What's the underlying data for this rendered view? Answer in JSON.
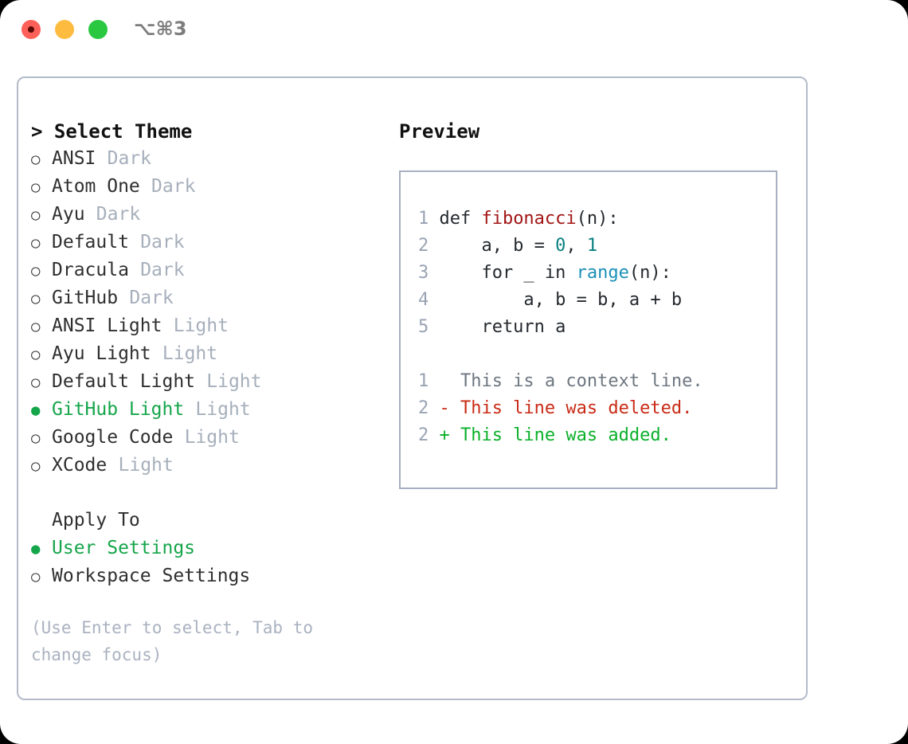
{
  "titlebar": {
    "shortcut": "⌥⌘3",
    "lights": [
      {
        "name": "close",
        "color": "#fc6058"
      },
      {
        "name": "minimize",
        "color": "#fdbc40"
      },
      {
        "name": "maximize",
        "color": "#2ac840"
      }
    ]
  },
  "theme_section": {
    "header": "> Select Theme",
    "options": [
      {
        "bullet": "○",
        "name": "ANSI",
        "tag": "Dark",
        "selected": false
      },
      {
        "bullet": "○",
        "name": "Atom One",
        "tag": "Dark",
        "selected": false
      },
      {
        "bullet": "○",
        "name": "Ayu",
        "tag": "Dark",
        "selected": false
      },
      {
        "bullet": "○",
        "name": "Default",
        "tag": "Dark",
        "selected": false
      },
      {
        "bullet": "○",
        "name": "Dracula",
        "tag": "Dark",
        "selected": false
      },
      {
        "bullet": "○",
        "name": "GitHub",
        "tag": "Dark",
        "selected": false
      },
      {
        "bullet": "○",
        "name": "ANSI Light",
        "tag": "Light",
        "selected": false
      },
      {
        "bullet": "○",
        "name": "Ayu Light",
        "tag": "Light",
        "selected": false
      },
      {
        "bullet": "○",
        "name": "Default Light",
        "tag": "Light",
        "selected": false
      },
      {
        "bullet": "●",
        "name": "GitHub Light",
        "tag": "Light",
        "selected": true
      },
      {
        "bullet": "○",
        "name": "Google Code",
        "tag": "Light",
        "selected": false
      },
      {
        "bullet": "○",
        "name": "XCode",
        "tag": "Light",
        "selected": false
      }
    ]
  },
  "apply_section": {
    "title": "Apply To",
    "options": [
      {
        "bullet": "●",
        "name": "User Settings",
        "selected": true
      },
      {
        "bullet": "○",
        "name": "Workspace Settings",
        "selected": false
      }
    ]
  },
  "hint": "(Use Enter to select, Tab to change focus)",
  "preview": {
    "title": "Preview",
    "code_lines": [
      {
        "no": "1",
        "parts": [
          {
            "t": "def ",
            "c": "tok-def"
          },
          {
            "t": "fibonacci",
            "c": "tok-fn"
          },
          {
            "t": "(n):",
            "c": "tok-plain"
          }
        ]
      },
      {
        "no": "2",
        "parts": [
          {
            "t": "    a, b = ",
            "c": "tok-plain"
          },
          {
            "t": "0",
            "c": "tok-num"
          },
          {
            "t": ", ",
            "c": "tok-plain"
          },
          {
            "t": "1",
            "c": "tok-num"
          }
        ]
      },
      {
        "no": "3",
        "parts": [
          {
            "t": "    for _ in ",
            "c": "tok-plain"
          },
          {
            "t": "range",
            "c": "tok-call"
          },
          {
            "t": "(n):",
            "c": "tok-plain"
          }
        ]
      },
      {
        "no": "4",
        "parts": [
          {
            "t": "        a, b = b, a + b",
            "c": "tok-plain"
          }
        ]
      },
      {
        "no": "5",
        "parts": [
          {
            "t": "    return a",
            "c": "tok-plain"
          }
        ]
      }
    ],
    "diff_lines": [
      {
        "no": "1",
        "marker": " ",
        "text": "  This is a context line.",
        "kind": "diff-ctx"
      },
      {
        "no": "2",
        "marker": " ",
        "text": "- This line was deleted.",
        "kind": "diff-del"
      },
      {
        "no": "2",
        "marker": " ",
        "text": "+ This line was added.",
        "kind": "diff-add"
      }
    ]
  },
  "colors": {
    "accent_green": "#15a54a",
    "muted": "#a6afbb",
    "hint": "#aab2c0",
    "border": "#b3bbc9",
    "code_border": "#a6b0c0",
    "lineno": "#99a3b3",
    "diff_delete": "#c92b16",
    "diff_add": "#0bb02b",
    "fn_name": "#a31515",
    "number": "#098080",
    "call": "#1a90b8"
  }
}
